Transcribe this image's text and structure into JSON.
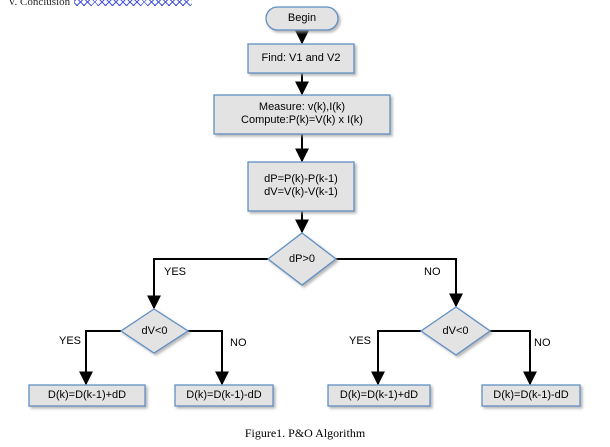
{
  "page_fragment": {
    "prefix": "V. Conclusion"
  },
  "flowchart": {
    "start": "Begin",
    "find": "Find: V1 and V2",
    "measure_line1": "Measure: v(k),I(k)",
    "measure_line2": "Compute:P(k)=V(k) x I(k)",
    "delta_line1": "dP=P(k)-P(k-1)",
    "delta_line2": "dV=V(k)-V(k-1)",
    "decision_dp": "dP>0",
    "decision_dv_left": "dV<0",
    "decision_dv_right": "dV<0",
    "yes": "YES",
    "no": "NO",
    "out_ll": "D(k)=D(k-1)+dD",
    "out_lr": "D(k)=D(k-1)-dD",
    "out_rl": "D(k)=D(k-1)+dD",
    "out_rr": "D(k)=D(k-1)-dD"
  },
  "caption": "Figure1. P&O Algorithm",
  "colors": {
    "box_fill": "#e3e3e3",
    "box_border": "#5f8fc4",
    "arrow": "#000000"
  }
}
